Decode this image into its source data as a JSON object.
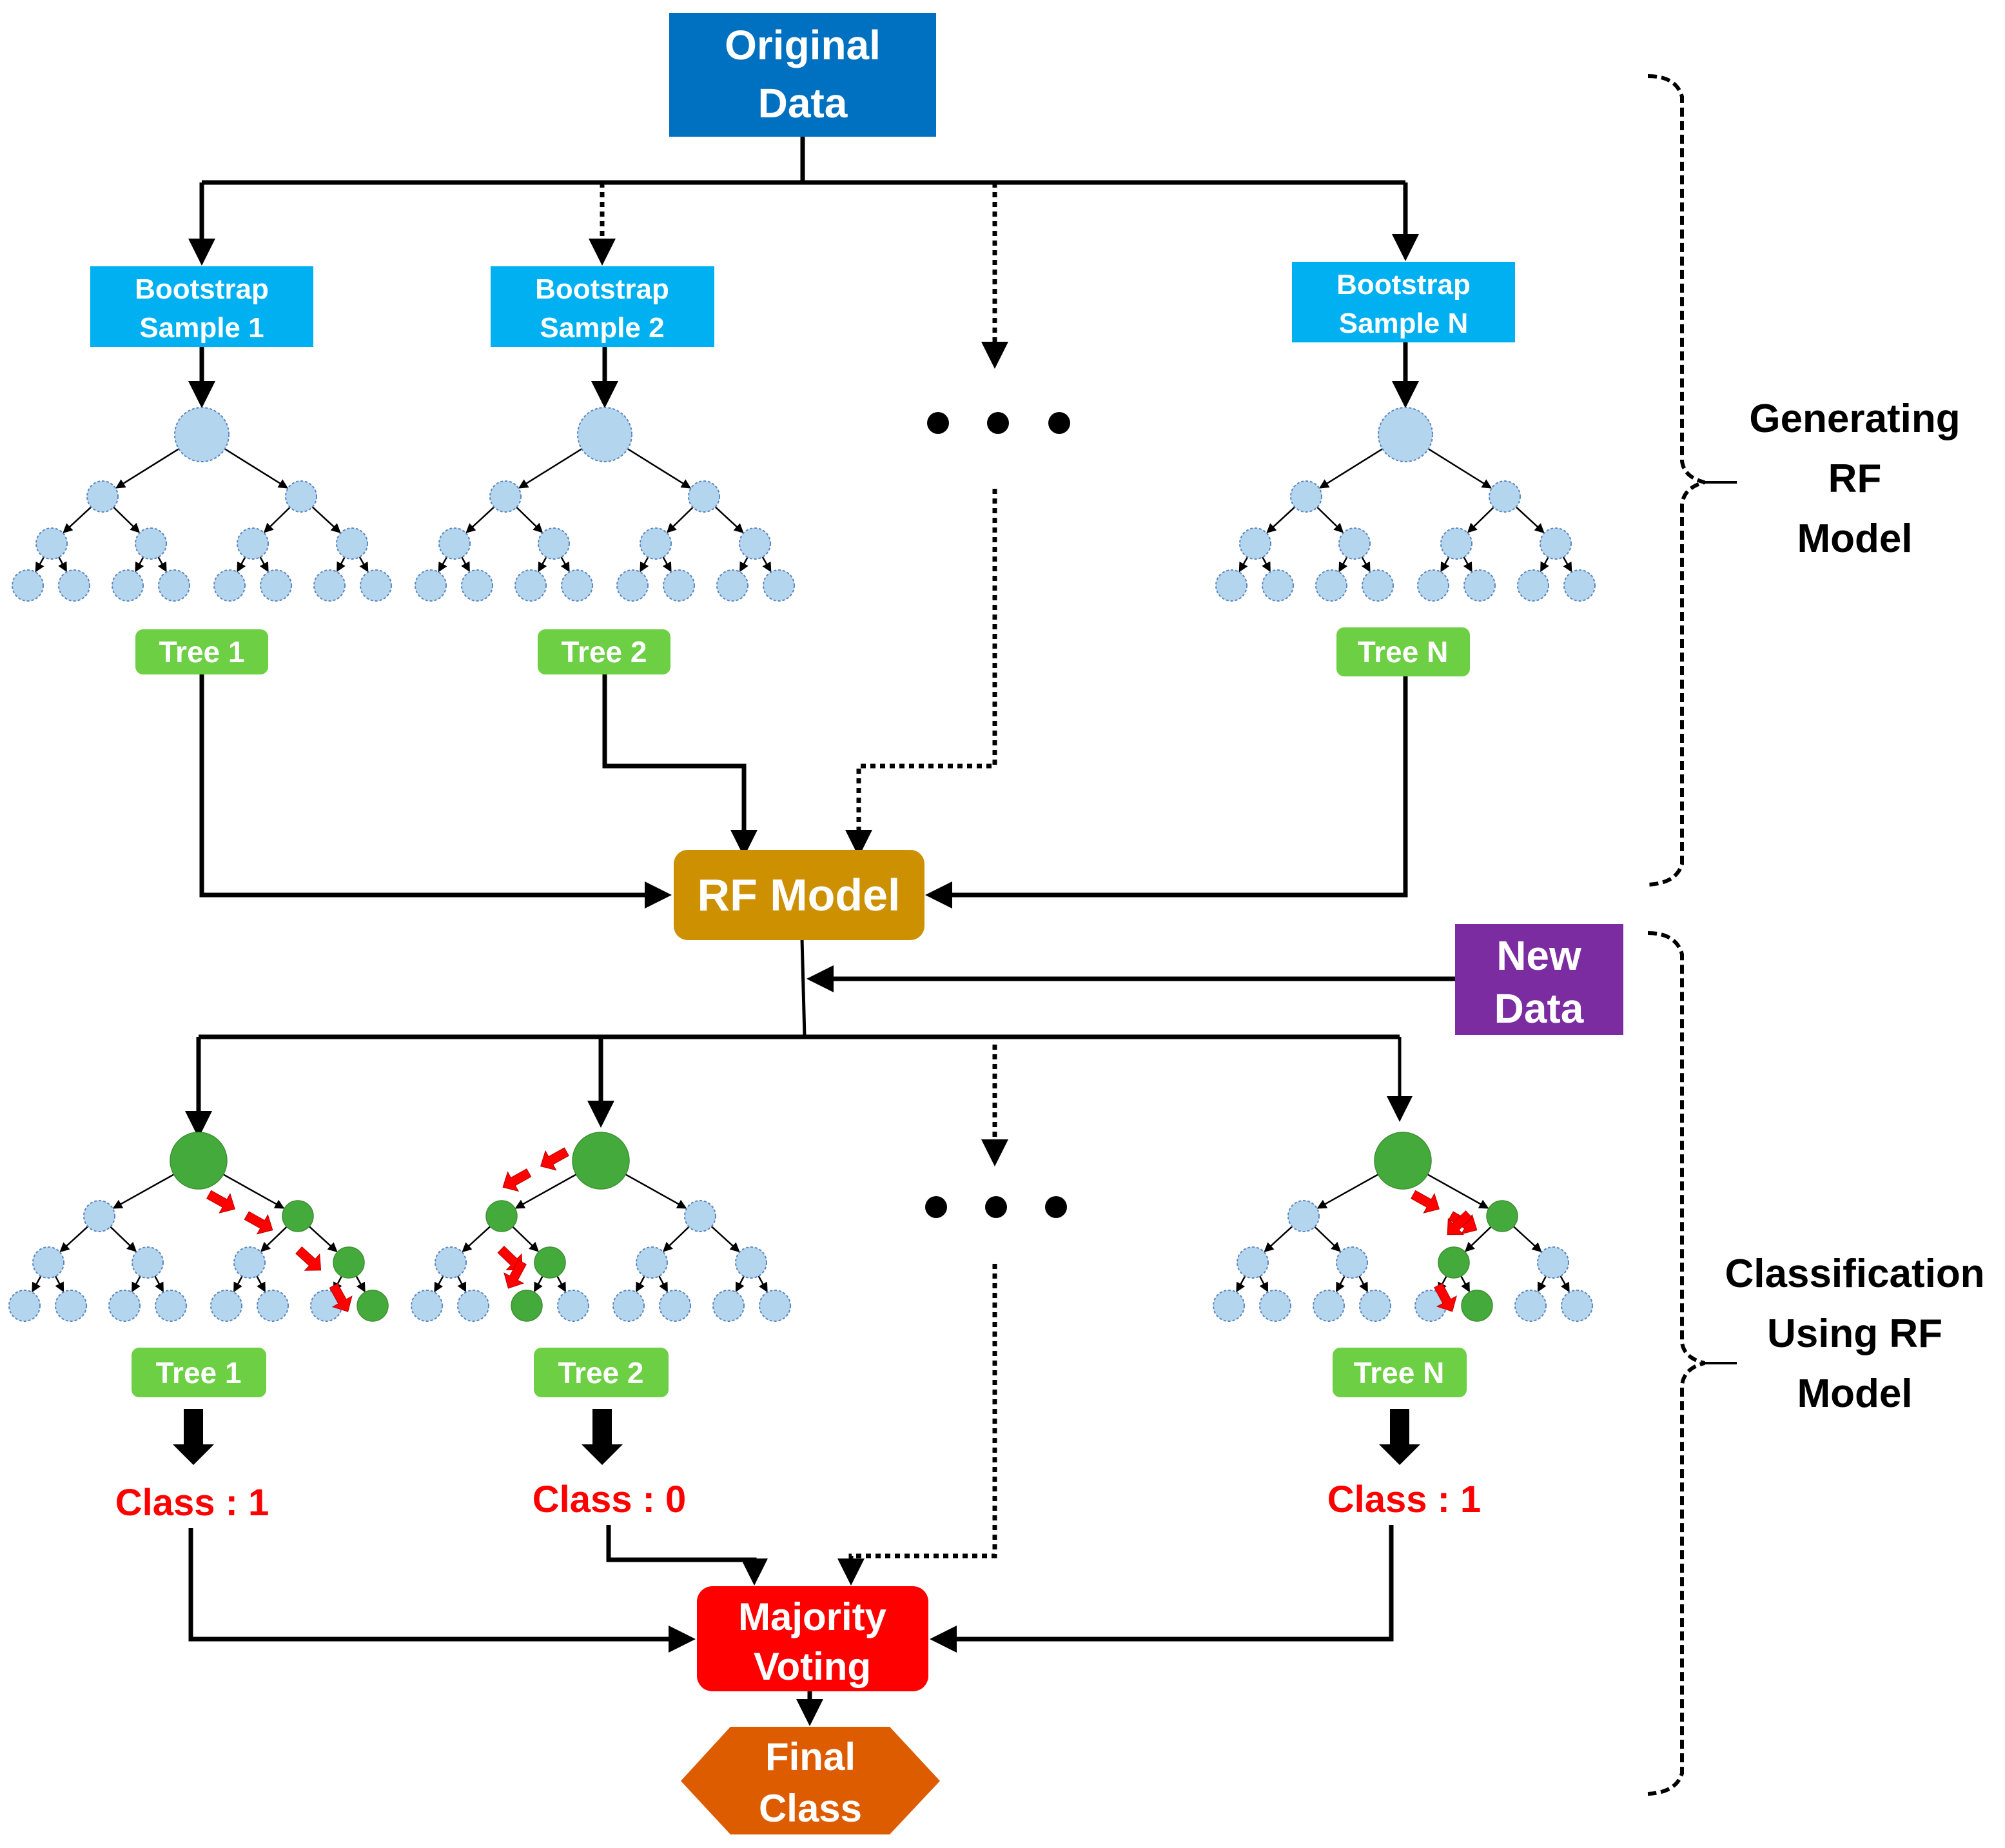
{
  "colors": {
    "original_data": "#0070C0",
    "bootstrap": "#00B0F0",
    "tree_label": "#6CCF44",
    "node_blue": "#B4D5EE",
    "node_green": "#44AA3C",
    "path_arrow": "#FF0000",
    "rf_model": "#CC9000",
    "new_data": "#7B2CA0",
    "majority_voting": "#FF0000",
    "final_class": "#DD5C00",
    "class_text": "#FF0000"
  },
  "original_data": {
    "line1": "Original",
    "line2": "Data"
  },
  "bootstrap_samples": [
    {
      "line1": "Bootstrap",
      "line2": "Sample 1"
    },
    {
      "line1": "Bootstrap",
      "line2": "Sample 2"
    },
    {
      "line1": "Bootstrap",
      "line2": "Sample N"
    }
  ],
  "ellipsis_dots": 3,
  "training_trees": [
    {
      "label": "Tree 1"
    },
    {
      "label": "Tree 2"
    },
    {
      "label": "Tree N"
    }
  ],
  "rf_model": {
    "label": "RF Model"
  },
  "new_data": {
    "line1": "New",
    "line2": "Data"
  },
  "classification_trees": [
    {
      "label": "Tree 1",
      "class_label": "Class : 1",
      "path": [
        "R",
        "R",
        "R"
      ]
    },
    {
      "label": "Tree 2",
      "class_label": "Class : 0",
      "path": [
        "L",
        "R",
        "L"
      ]
    },
    {
      "label": "Tree N",
      "class_label": "Class : 1",
      "path": [
        "R",
        "L",
        "R"
      ]
    }
  ],
  "majority_voting": {
    "line1": "Majority",
    "line2": "Voting"
  },
  "final_class": {
    "line1": "Final",
    "line2": "Class"
  },
  "phases": [
    {
      "line1": "Generating",
      "line2": "RF",
      "line3": "Model"
    },
    {
      "line1": "Classification",
      "line2": "Using RF",
      "line3": "Model"
    }
  ]
}
